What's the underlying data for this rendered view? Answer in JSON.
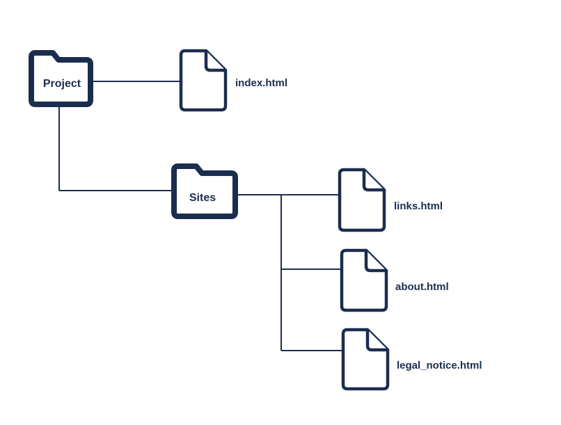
{
  "colors": {
    "stroke": "#1b2d4f",
    "background": "#ffffff"
  },
  "tree": {
    "root": {
      "name": "Project",
      "icon": "folder-icon",
      "children": [
        {
          "name": "index.html",
          "icon": "file-icon"
        },
        {
          "name": "Sites",
          "icon": "folder-icon",
          "children": [
            {
              "name": "links.html",
              "icon": "file-icon"
            },
            {
              "name": "about.html",
              "icon": "file-icon"
            },
            {
              "name": "legal_notice.html",
              "icon": "file-icon"
            }
          ]
        }
      ]
    }
  }
}
